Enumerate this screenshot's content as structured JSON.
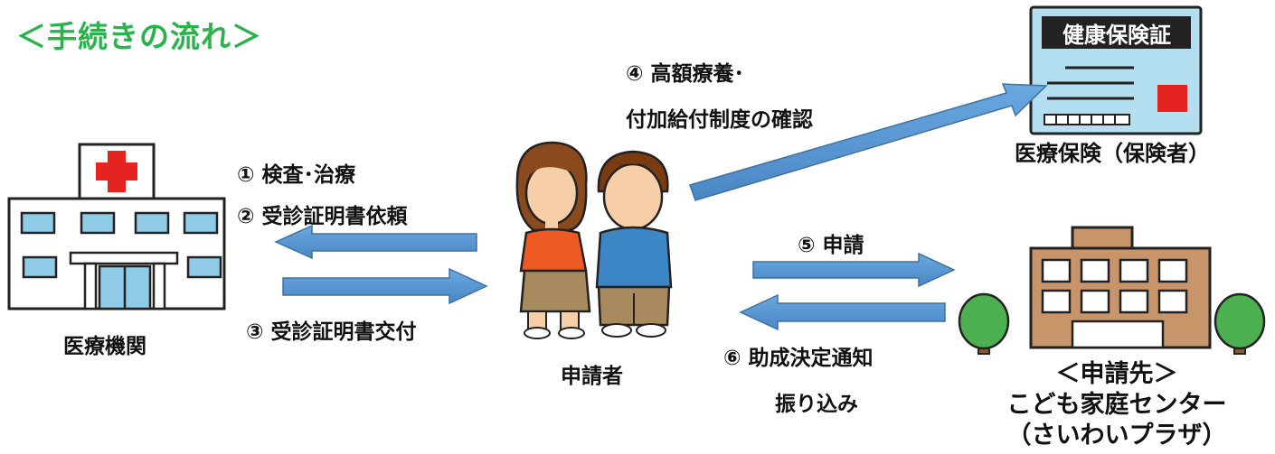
{
  "title": "＜手続きの流れ＞",
  "card": {
    "header": "健康保険証"
  },
  "nodes": {
    "hospital": "医療機関",
    "applicant": "申請者",
    "insurer": "医療保険（保険者）",
    "destination": {
      "line1": "＜申請先＞",
      "line2": "こども家庭センター",
      "line3": "（さいわいプラザ）"
    }
  },
  "steps": {
    "s1": "①  検査･治療",
    "s2": "②  受診証明書依頼",
    "s3": "③  受診証明書交付",
    "s4_line1": "④  高額療養･",
    "s4_line2": "付加給付制度の確認",
    "s5": "⑤  申請",
    "s6_line1": "⑥  助成決定通知",
    "s6_line2": "振り込み"
  },
  "colors": {
    "title": "#2bb24c",
    "arrow": "#5b9bd5",
    "arrow_edge": "#41719c",
    "card": "#b3dff0",
    "tree": "#4caf50",
    "building": "#c8956a"
  }
}
